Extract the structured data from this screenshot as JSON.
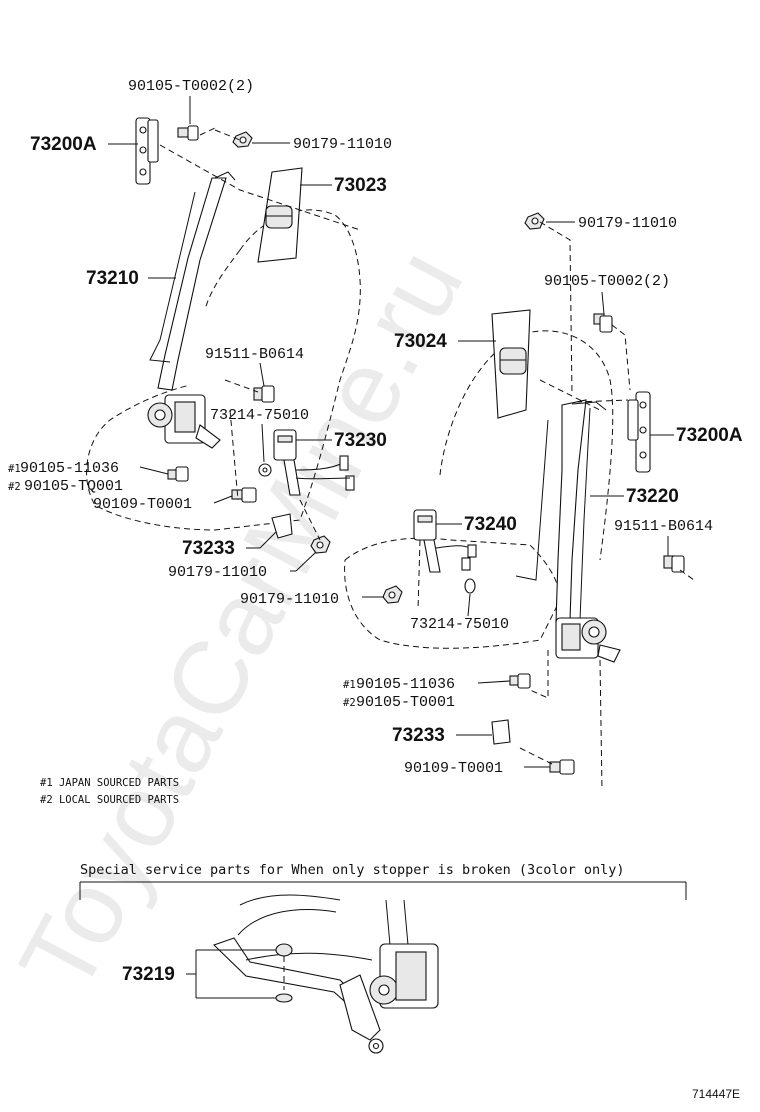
{
  "watermark": "ToyotaCarMine.ru",
  "figure_code": "714447E",
  "left_assembly": {
    "bolt_top": "90105-T0002(2)",
    "anchor": "73200A",
    "nut_top": "90179-11010",
    "cover": "73023",
    "belt": "73210",
    "bolt_mid": "91511-B0614",
    "washer": "73214-75010",
    "buckle": "73230",
    "bolt_j": "90105-11036",
    "bolt_j_marker": "#1",
    "bolt_l": "90105-TQ001",
    "bolt_l_marker": "#2",
    "bolt_low": "90109-T0001",
    "cap": "73233",
    "nut_low": "90179-11010"
  },
  "right_assembly": {
    "nut_top": "90179-11010",
    "bolt_top": "90105-T0002(2)",
    "cover": "73024",
    "anchor": "73200A",
    "belt": "73220",
    "bolt_mid": "91511-B0614",
    "buckle": "73240",
    "nut_mid": "90179-11010",
    "washer": "73214-75010",
    "bolt_j": "90105-11036",
    "bolt_j_marker": "#1",
    "bolt_l": "90105-T0001",
    "bolt_l_marker": "#2",
    "cap": "73233",
    "bolt_low": "90109-T0001"
  },
  "notes": {
    "note1": "#1 JAPAN SOURCED PARTS",
    "note2": "#2 LOCAL SOURCED PARTS"
  },
  "special": {
    "heading": "Special service parts for When only stopper is broken (3color only)",
    "part": "73219"
  }
}
